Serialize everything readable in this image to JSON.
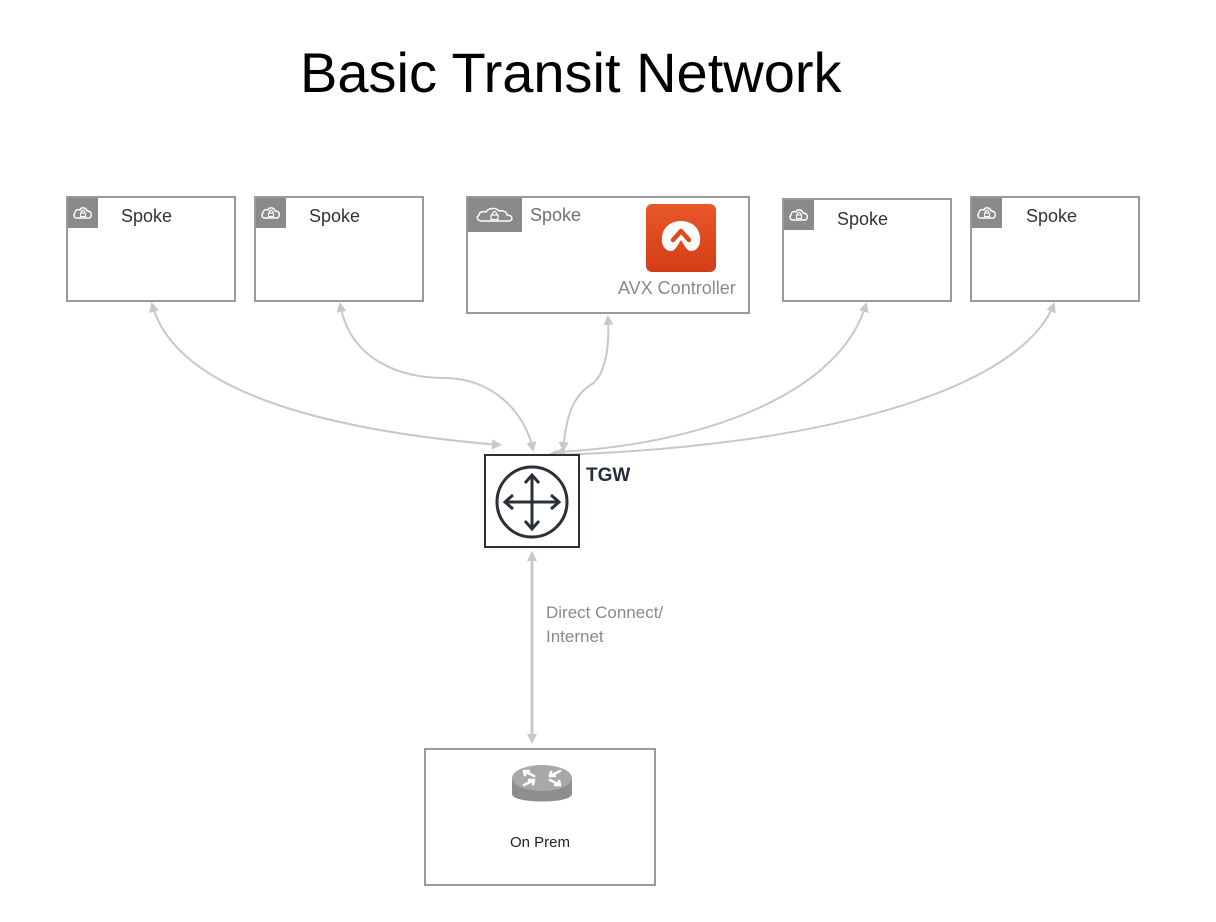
{
  "diagram": {
    "title": "Basic Transit Network",
    "spokes": [
      {
        "label": "Spoke",
        "icon": "cloud-lock-icon"
      },
      {
        "label": "Spoke",
        "icon": "cloud-lock-icon"
      },
      {
        "label": "Spoke",
        "icon": "cloud-lock-icon",
        "contains": "AVX Controller"
      },
      {
        "label": "Spoke",
        "icon": "cloud-lock-icon"
      },
      {
        "label": "Spoke",
        "icon": "cloud-lock-icon"
      }
    ],
    "controller": {
      "label": "AVX Controller",
      "icon": "aviatrix-logo-icon",
      "color": "#e04b22"
    },
    "hub": {
      "label": "TGW",
      "icon": "transit-gateway-icon"
    },
    "link": {
      "line1": "Direct Connect/",
      "line2": "Internet"
    },
    "onprem": {
      "label": "On Prem",
      "icon": "router-icon"
    },
    "colors": {
      "box_border": "#9a9a9a",
      "connector": "#c8c8c8",
      "badge": "#8a8a8a",
      "hub_border": "#2a2f38"
    }
  }
}
